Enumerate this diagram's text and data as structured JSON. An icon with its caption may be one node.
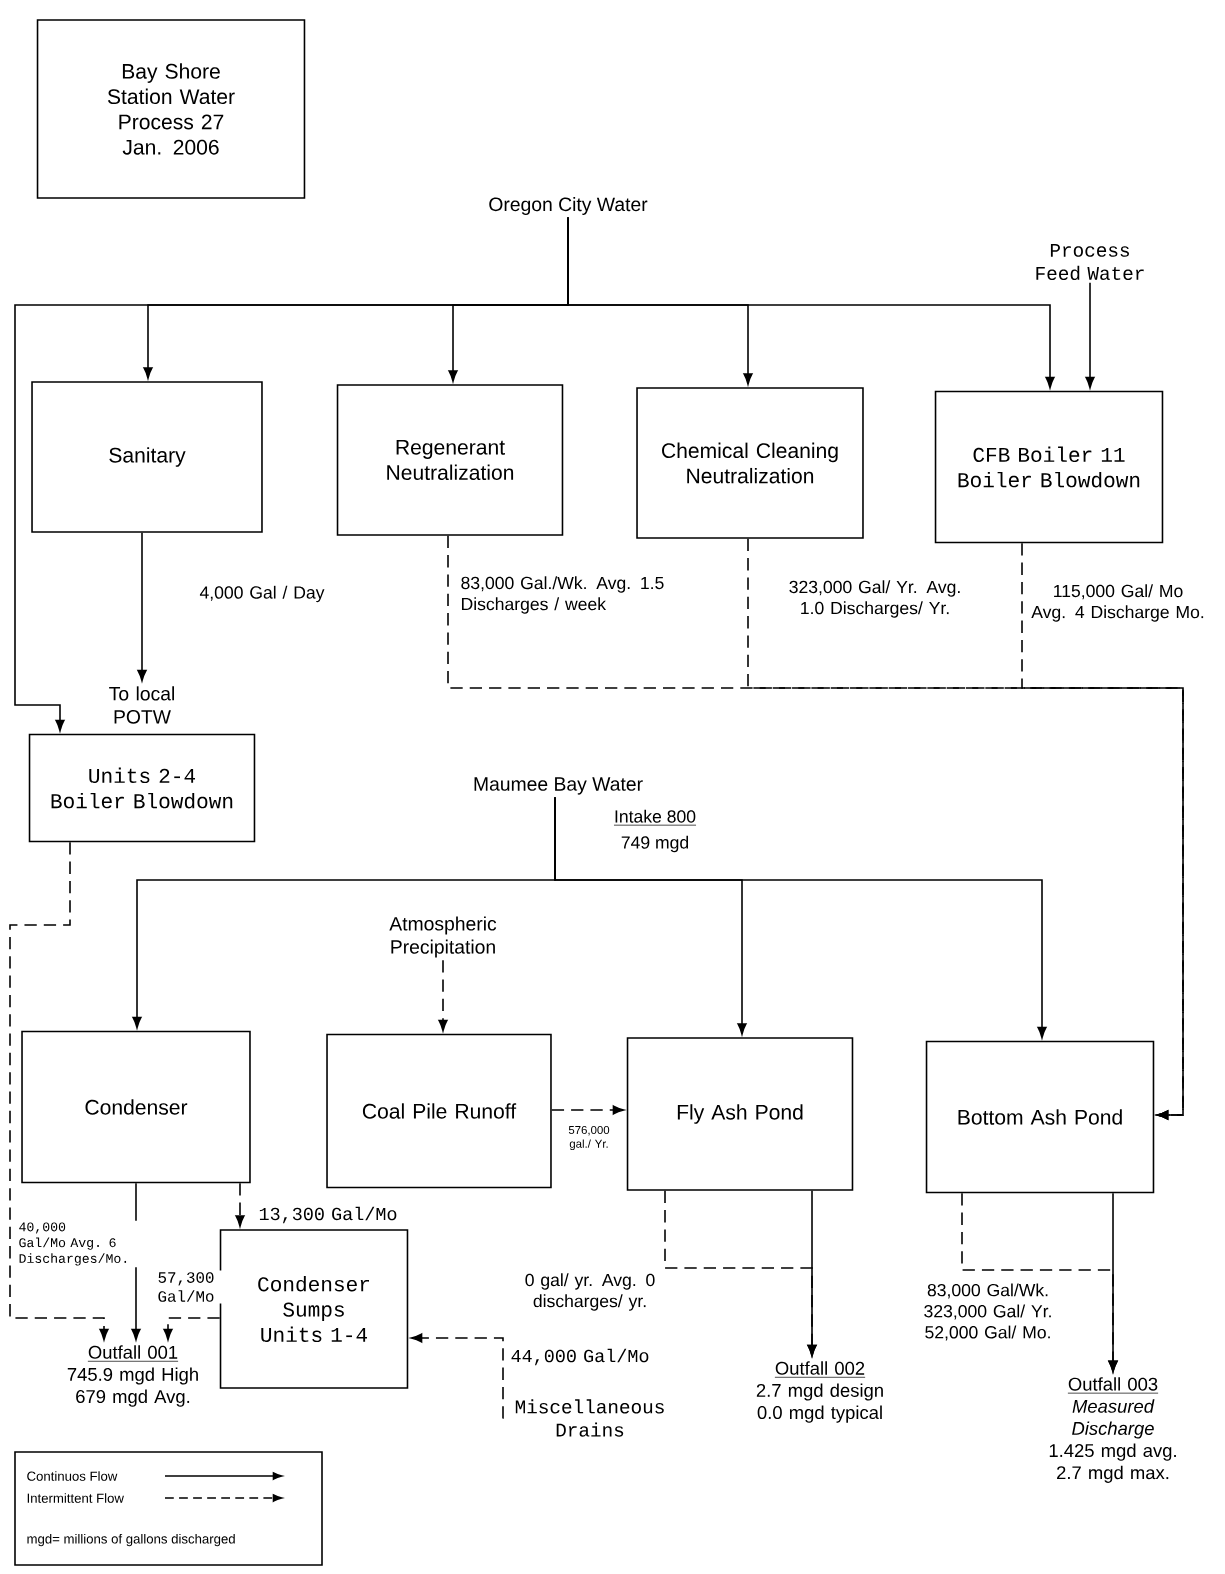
{
  "diagram": {
    "nodes": [
      {
        "text": [
          "Bay Shore Station Water Process 27 Jan. 2006"
        ]
      },
      {
        "text": [
          "Oregon City Water"
        ]
      },
      {
        "text": [
          "Process Feed Water"
        ]
      },
      {
        "text": [
          "Sanitary"
        ]
      },
      {
        "text": [
          "Regenerant Neutralization"
        ]
      },
      {
        "text": [
          "Chemical Cleaning Neutralization"
        ]
      },
      {
        "text": [
          "CFB Boiler 11 Boiler Blowdown"
        ]
      },
      {
        "text": [
          "To local POTW"
        ]
      },
      {
        "text": [
          "Units 2-4 Boiler Blowdown"
        ]
      },
      {
        "text": [
          "Maumee Bay Water"
        ],
        "beside": [
          "Intake 800",
          "749 mgd"
        ]
      },
      {
        "text": [
          "Atmospheric Precipitation"
        ]
      },
      {
        "text": [
          "Condenser"
        ]
      },
      {
        "text": [
          "Coal Pile Runoff"
        ]
      },
      {
        "text": [
          "Fly Ash Pond"
        ]
      },
      {
        "text": [
          "Bottom Ash Pond"
        ]
      },
      {
        "text": [
          "Condenser Sumps Units 1-4"
        ]
      },
      {
        "text": [
          "Outfall 001",
          "745.9 mgd High 679 mgd Avg."
        ]
      },
      {
        "text": [
          "Miscellaneous Drains"
        ]
      },
      {
        "text": [
          "Outfall 002",
          "2.7 mgd design 0.0 mgd typical"
        ]
      },
      {
        "text": [
          "Outfall 003",
          "Measured Discharge",
          "1.425 mgd avg. 2.7 mgd max."
        ]
      }
    ],
    "edges": [
      {
        "from": 1,
        "to": 3,
        "arrow": "to"
      },
      {
        "from": 1,
        "to": 4,
        "arrow": "to"
      },
      {
        "from": 1,
        "to": 5,
        "arrow": "to"
      },
      {
        "from": 1,
        "to": 6,
        "arrow": "to"
      },
      {
        "from": 1,
        "to": 8,
        "arrow": "to"
      },
      {
        "from": 2,
        "to": 6,
        "arrow": "to"
      },
      {
        "from": 3,
        "to": 7,
        "arrow": "to",
        "label": "4,000 Gal / Day"
      },
      {
        "from": 4,
        "to": 14,
        "arrow": "to",
        "style": "dashed",
        "label": "83,000 Gal./Wk. Avg. 1.5 Discharges / week"
      },
      {
        "from": 5,
        "to": 14,
        "arrow": "to",
        "style": "dashed",
        "label": "323,000 Gal/ Yr. Avg. 1.0 Discharges/ Yr."
      },
      {
        "from": 6,
        "to": 14,
        "arrow": "to",
        "style": "dashed",
        "label": "115,000 Gal/ Mo Avg. 4 Discharge Mo."
      },
      {
        "from": 9,
        "to": 11,
        "arrow": "to"
      },
      {
        "from": 9,
        "to": 13,
        "arrow": "to"
      },
      {
        "from": 9,
        "to": 14,
        "arrow": "to"
      },
      {
        "from": 10,
        "to": 12,
        "arrow": "to",
        "style": "dashed"
      },
      {
        "from": 12,
        "to": 13,
        "arrow": "to",
        "style": "dashed",
        "label": "576,000 gal./ Yr."
      },
      {
        "from": 8,
        "to": 16,
        "arrow": "to",
        "style": "dashed",
        "label": "40,000 Gal/Mo Avg. 6 Discharges/Mo."
      },
      {
        "from": 11,
        "to": 16,
        "arrow": "to"
      },
      {
        "from": 11,
        "to": 15,
        "arrow": "to",
        "style": "dashed",
        "label": "13,300 Gal/Mo"
      },
      {
        "from": 15,
        "to": 16,
        "arrow": "to",
        "style": "dashed",
        "label": "57,300 Gal/Mo"
      },
      {
        "from": 17,
        "to": 15,
        "arrow": "to",
        "style": "dashed",
        "label": "44,000 Gal/Mo"
      },
      {
        "from": 13,
        "to": 18,
        "arrow": "to"
      },
      {
        "from": 13,
        "to": 18,
        "arrow": "to",
        "style": "dashed",
        "label": "0 gal/ yr. Avg. 0 discharges/ yr."
      },
      {
        "from": 14,
        "to": 19,
        "arrow": "to"
      },
      {
        "from": 14,
        "to": 19,
        "arrow": "to",
        "style": "dashed",
        "label": "83,000 Gal/Wk. 323,000 Gal/ Yr. 52,000 Gal/ Mo."
      }
    ],
    "labels": [
      "mgd= millions of gallons discharged"
    ],
    "legend": [
      {
        "text": "Continuos Flow"
      },
      {
        "text": "Intermittent Flow"
      }
    ]
  }
}
